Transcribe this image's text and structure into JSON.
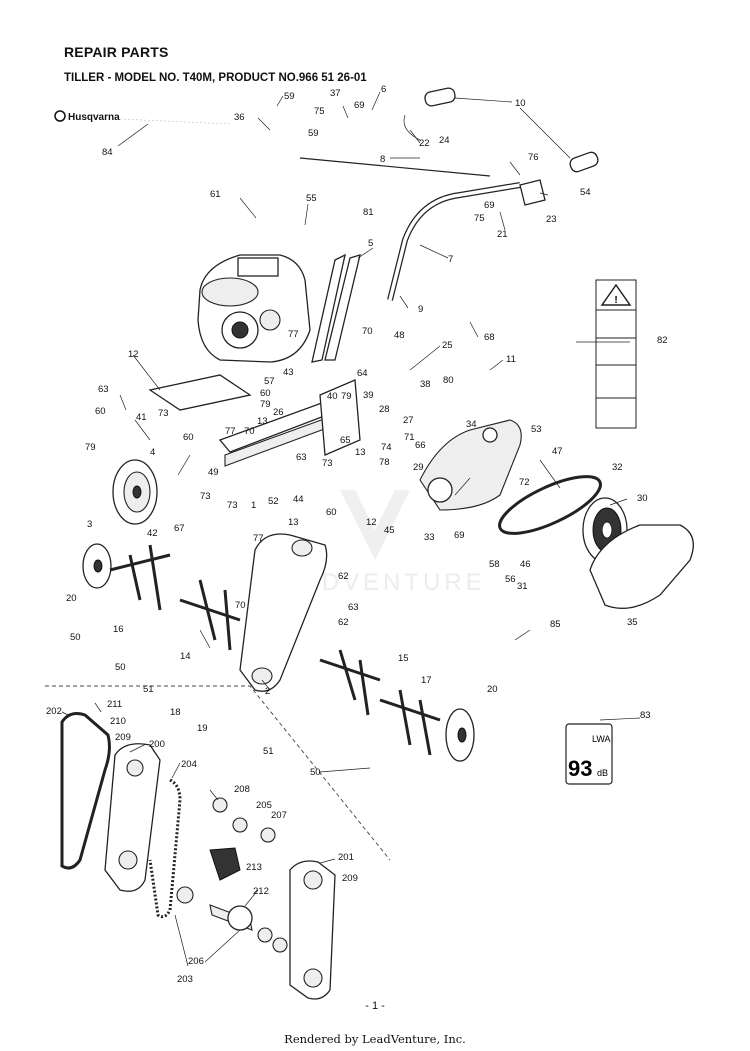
{
  "header": {
    "title": "REPAIR PARTS",
    "subtitle": "TILLER - MODEL NO. T40M, PRODUCT NO.966 51 26-01"
  },
  "brand": {
    "logo_text": "Husqvarna"
  },
  "watermark": {
    "text": "LEADVENTURE"
  },
  "decal": {
    "sound_value": "93",
    "sound_unit": "dB",
    "lwa": "LWA"
  },
  "callouts": [
    {
      "id": "c59a",
      "text": "59"
    },
    {
      "id": "c37",
      "text": "37"
    },
    {
      "id": "c75a",
      "text": "75"
    },
    {
      "id": "c69a",
      "text": "69"
    },
    {
      "id": "c6",
      "text": "6"
    },
    {
      "id": "c10",
      "text": "10"
    },
    {
      "id": "c36",
      "text": "36"
    },
    {
      "id": "c84",
      "text": "84"
    },
    {
      "id": "c59b",
      "text": "59"
    },
    {
      "id": "c22",
      "text": "22"
    },
    {
      "id": "c24",
      "text": "24"
    },
    {
      "id": "c8",
      "text": "8"
    },
    {
      "id": "c76",
      "text": "76"
    },
    {
      "id": "c54",
      "text": "54"
    },
    {
      "id": "c69b",
      "text": "69"
    },
    {
      "id": "c75b",
      "text": "75"
    },
    {
      "id": "c23",
      "text": "23"
    },
    {
      "id": "c21",
      "text": "21"
    },
    {
      "id": "c81",
      "text": "81"
    },
    {
      "id": "c61",
      "text": "61"
    },
    {
      "id": "c55",
      "text": "55"
    },
    {
      "id": "c7",
      "text": "7"
    },
    {
      "id": "c5",
      "text": "5"
    },
    {
      "id": "c9",
      "text": "9"
    },
    {
      "id": "c68",
      "text": "68"
    },
    {
      "id": "c48",
      "text": "48"
    },
    {
      "id": "c70a",
      "text": "70"
    },
    {
      "id": "c82",
      "text": "82"
    },
    {
      "id": "c25",
      "text": "25"
    },
    {
      "id": "c11",
      "text": "11"
    },
    {
      "id": "c12a",
      "text": "12"
    },
    {
      "id": "c77a",
      "text": "77"
    },
    {
      "id": "c43",
      "text": "43"
    },
    {
      "id": "c64",
      "text": "64"
    },
    {
      "id": "c80",
      "text": "80"
    },
    {
      "id": "c57",
      "text": "57"
    },
    {
      "id": "c38",
      "text": "38"
    },
    {
      "id": "c63a",
      "text": "63"
    },
    {
      "id": "c60a",
      "text": "60"
    },
    {
      "id": "c79a",
      "text": "79"
    },
    {
      "id": "c26",
      "text": "26"
    },
    {
      "id": "c40",
      "text": "40"
    },
    {
      "id": "c79b",
      "text": "79"
    },
    {
      "id": "c39",
      "text": "39"
    },
    {
      "id": "c28",
      "text": "28"
    },
    {
      "id": "c60b",
      "text": "60"
    },
    {
      "id": "c73a",
      "text": "73"
    },
    {
      "id": "c41",
      "text": "41"
    },
    {
      "id": "c13a",
      "text": "13"
    },
    {
      "id": "c60c",
      "text": "60"
    },
    {
      "id": "c77b",
      "text": "77"
    },
    {
      "id": "c70b",
      "text": "70"
    },
    {
      "id": "c65",
      "text": "65"
    },
    {
      "id": "c27",
      "text": "27"
    },
    {
      "id": "c34",
      "text": "34"
    },
    {
      "id": "c53",
      "text": "53"
    },
    {
      "id": "c47",
      "text": "47"
    },
    {
      "id": "c79c",
      "text": "79"
    },
    {
      "id": "c4",
      "text": "4"
    },
    {
      "id": "c71",
      "text": "71"
    },
    {
      "id": "c66",
      "text": "66"
    },
    {
      "id": "c49",
      "text": "49"
    },
    {
      "id": "c13b",
      "text": "13"
    },
    {
      "id": "c73b",
      "text": "73"
    },
    {
      "id": "c63b",
      "text": "63"
    },
    {
      "id": "c74",
      "text": "74"
    },
    {
      "id": "c78",
      "text": "78"
    },
    {
      "id": "c29",
      "text": "29"
    },
    {
      "id": "c32",
      "text": "32"
    },
    {
      "id": "c73c",
      "text": "73"
    },
    {
      "id": "c3",
      "text": "3"
    },
    {
      "id": "c73d",
      "text": "73"
    },
    {
      "id": "c1",
      "text": "1"
    },
    {
      "id": "c52",
      "text": "52"
    },
    {
      "id": "c44",
      "text": "44"
    },
    {
      "id": "c72",
      "text": "72"
    },
    {
      "id": "c30",
      "text": "30"
    },
    {
      "id": "c42",
      "text": "42"
    },
    {
      "id": "c67",
      "text": "67"
    },
    {
      "id": "c13c",
      "text": "13"
    },
    {
      "id": "c60d",
      "text": "60"
    },
    {
      "id": "c12b",
      "text": "12"
    },
    {
      "id": "c45",
      "text": "45"
    },
    {
      "id": "c33",
      "text": "33"
    },
    {
      "id": "c69c",
      "text": "69"
    },
    {
      "id": "c77c",
      "text": "77"
    },
    {
      "id": "c58",
      "text": "58"
    },
    {
      "id": "c46",
      "text": "46"
    },
    {
      "id": "c56",
      "text": "56"
    },
    {
      "id": "c31",
      "text": "31"
    },
    {
      "id": "c20a",
      "text": "20"
    },
    {
      "id": "c62a",
      "text": "62"
    },
    {
      "id": "c70c",
      "text": "70"
    },
    {
      "id": "c63c",
      "text": "63"
    },
    {
      "id": "c62b",
      "text": "62"
    },
    {
      "id": "c35",
      "text": "35"
    },
    {
      "id": "c16",
      "text": "16"
    },
    {
      "id": "c50a",
      "text": "50"
    },
    {
      "id": "c14",
      "text": "14"
    },
    {
      "id": "c85",
      "text": "85"
    },
    {
      "id": "c50b",
      "text": "50"
    },
    {
      "id": "c51a",
      "text": "51"
    },
    {
      "id": "c15",
      "text": "15"
    },
    {
      "id": "c2",
      "text": "2"
    },
    {
      "id": "c17",
      "text": "17"
    },
    {
      "id": "c18",
      "text": "18"
    },
    {
      "id": "c20b",
      "text": "20"
    },
    {
      "id": "c19",
      "text": "19"
    },
    {
      "id": "c83",
      "text": "83"
    },
    {
      "id": "c202",
      "text": "202"
    },
    {
      "id": "c211",
      "text": "211"
    },
    {
      "id": "c210",
      "text": "210"
    },
    {
      "id": "c209a",
      "text": "209"
    },
    {
      "id": "c200",
      "text": "200"
    },
    {
      "id": "c51b",
      "text": "51"
    },
    {
      "id": "c50c",
      "text": "50"
    },
    {
      "id": "c204",
      "text": "204"
    },
    {
      "id": "c208",
      "text": "208"
    },
    {
      "id": "c205",
      "text": "205"
    },
    {
      "id": "c207",
      "text": "207"
    },
    {
      "id": "c213",
      "text": "213"
    },
    {
      "id": "c201",
      "text": "201"
    },
    {
      "id": "c209b",
      "text": "209"
    },
    {
      "id": "c212",
      "text": "212"
    },
    {
      "id": "c206",
      "text": "206"
    },
    {
      "id": "c203",
      "text": "203"
    }
  ],
  "page": {
    "number": "- 1 -"
  },
  "footer": {
    "text": "Rendered by LeadVenture, Inc."
  }
}
